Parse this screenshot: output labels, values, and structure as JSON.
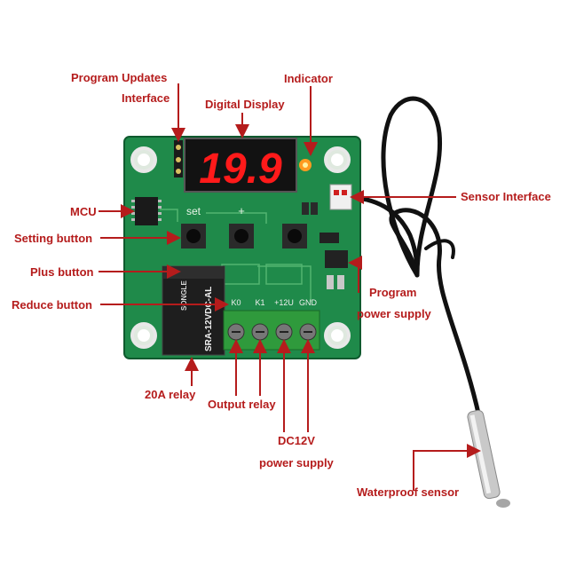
{
  "labels": {
    "program_updates_1": "Program Updates",
    "program_updates_2": "Interface",
    "digital_display": "Digital Display",
    "indicator": "Indicator",
    "sensor_interface": "Sensor Interface",
    "mcu": "MCU",
    "setting_button": "Setting button",
    "plus_button": "Plus button",
    "reduce_button": "Reduce button",
    "program_power_1": "Program",
    "program_power_2": "power supply",
    "relay_20a": "20A relay",
    "output_relay": "Output relay",
    "dc12v_1": "DC12V",
    "dc12v_2": "power supply",
    "waterproof_sensor": "Waterproof sensor"
  },
  "board": {
    "display_value": "19.9",
    "set_label": "set",
    "plus_symbol": "+",
    "relay_text": "SRA-12VDC-AL",
    "relay_brand": "SONGLE",
    "terminal_labels": [
      "K0",
      "K1",
      "+12U",
      "GND"
    ]
  },
  "colors": {
    "label": "#b51c1c",
    "pcb": "#1f8a4a",
    "display_segment": "#ff1a1a",
    "terminal_block": "#2f9a3c"
  }
}
